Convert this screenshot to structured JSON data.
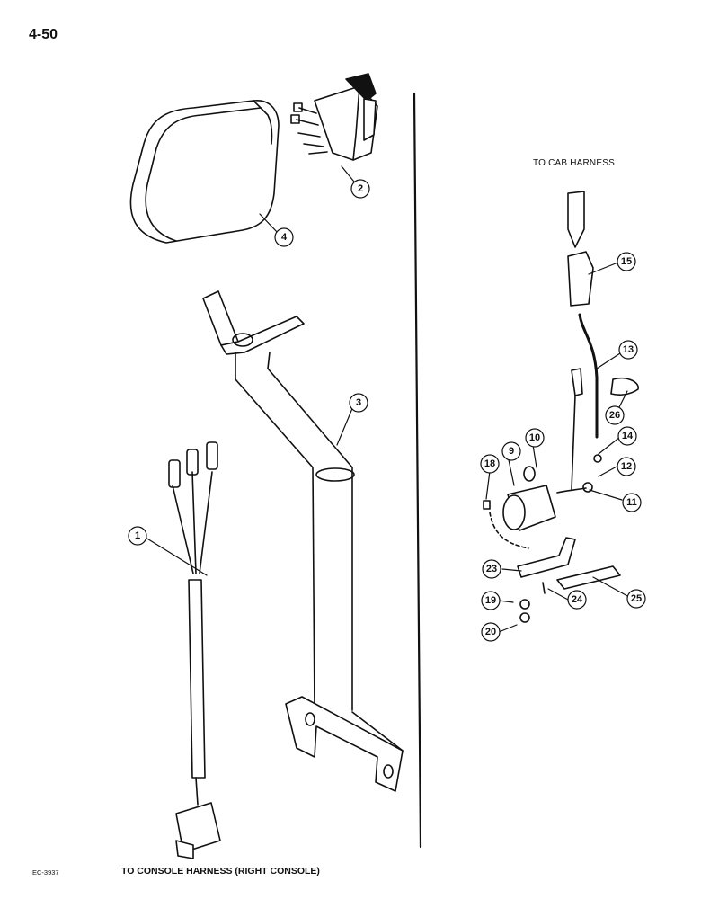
{
  "page_number": "4-50",
  "captions": {
    "to_cab_harness": "TO CAB HARNESS",
    "to_console_harness": "TO CONSOLE HARNESS (RIGHT CONSOLE)"
  },
  "figure_code": "EC-3937",
  "callouts": [
    {
      "id": "1",
      "part": "wire-harness"
    },
    {
      "id": "2",
      "part": "rocker-switch"
    },
    {
      "id": "3",
      "part": "mounting-bracket-post"
    },
    {
      "id": "4",
      "part": "switch-housing"
    },
    {
      "id": "9",
      "part": "light-socket"
    },
    {
      "id": "10",
      "part": "bulb"
    },
    {
      "id": "11",
      "part": "nut"
    },
    {
      "id": "12",
      "part": "screw"
    },
    {
      "id": "13",
      "part": "wire"
    },
    {
      "id": "14",
      "part": "terminal"
    },
    {
      "id": "15",
      "part": "connector"
    },
    {
      "id": "18",
      "part": "screw"
    },
    {
      "id": "19",
      "part": "washer"
    },
    {
      "id": "20",
      "part": "nut"
    },
    {
      "id": "23",
      "part": "bracket"
    },
    {
      "id": "24",
      "part": "bolt"
    },
    {
      "id": "25",
      "part": "foam-strip"
    },
    {
      "id": "26",
      "part": "clamp"
    }
  ]
}
